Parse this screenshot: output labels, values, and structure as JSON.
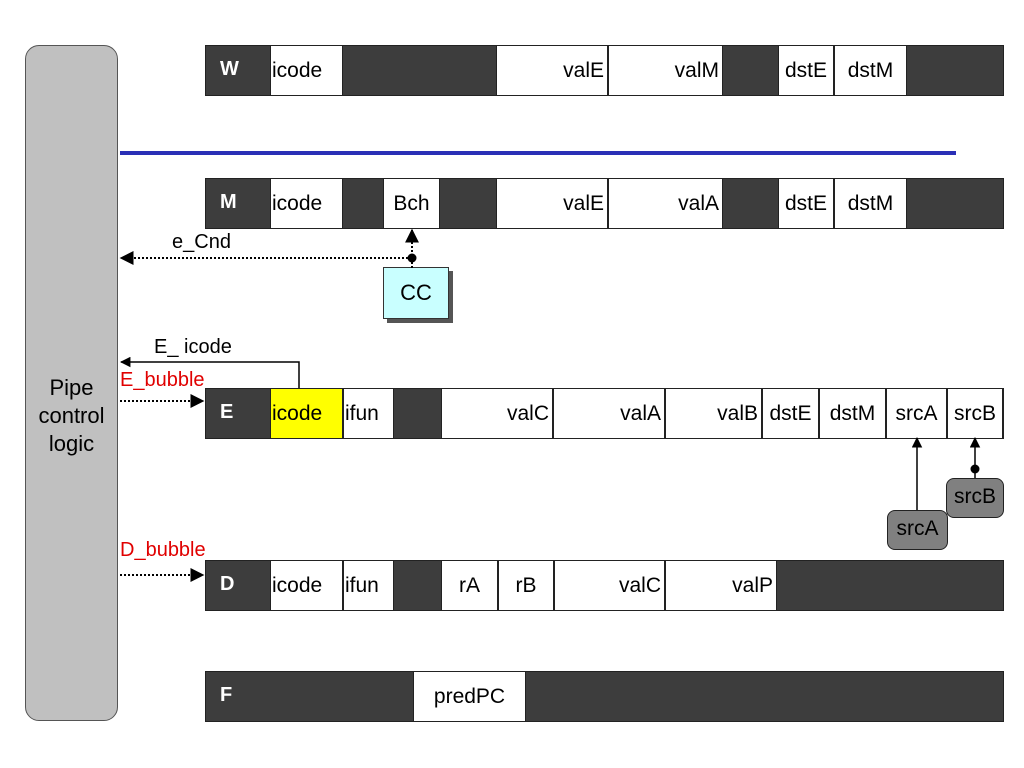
{
  "control": {
    "label_line1": "Pipe",
    "label_line2": "control",
    "label_line3": "logic"
  },
  "W": {
    "stage": "W",
    "icode": "icode",
    "valE": "valE",
    "valM": "valM",
    "dstE": "dstE",
    "dstM": "dstM"
  },
  "M": {
    "stage": "M",
    "icode": "icode",
    "Bch": "Bch",
    "valE": "valE",
    "valA": "valA",
    "dstE": "dstE",
    "dstM": "dstM"
  },
  "E": {
    "stage": "E",
    "icode": "icode",
    "ifun": "ifun",
    "valC": "valC",
    "valA": "valA",
    "valB": "valB",
    "dstE": "dstE",
    "dstM": "dstM",
    "srcA": "srcA",
    "srcB": "srcB"
  },
  "D": {
    "stage": "D",
    "icode": "icode",
    "ifun": "ifun",
    "rA": "rA",
    "rB": "rB",
    "valC": "valC",
    "valP": "valP"
  },
  "F": {
    "stage": "F",
    "predPC": "predPC"
  },
  "signals": {
    "e_cnd": "e_Cnd",
    "e_icode": "E_ icode",
    "e_bubble": "E_bubble",
    "d_bubble": "D_bubble"
  },
  "cc": {
    "label": "CC"
  },
  "decode_outputs": {
    "srcA": "srcA",
    "srcB": "srcB"
  },
  "colors": {
    "register_fill": "#3d3d3d",
    "control_fill": "#c0c0c0",
    "blue_line": "#2a2fb6",
    "highlight": "#ffff00",
    "cc_fill": "#c9ffff",
    "signal_red": "#e00000"
  }
}
